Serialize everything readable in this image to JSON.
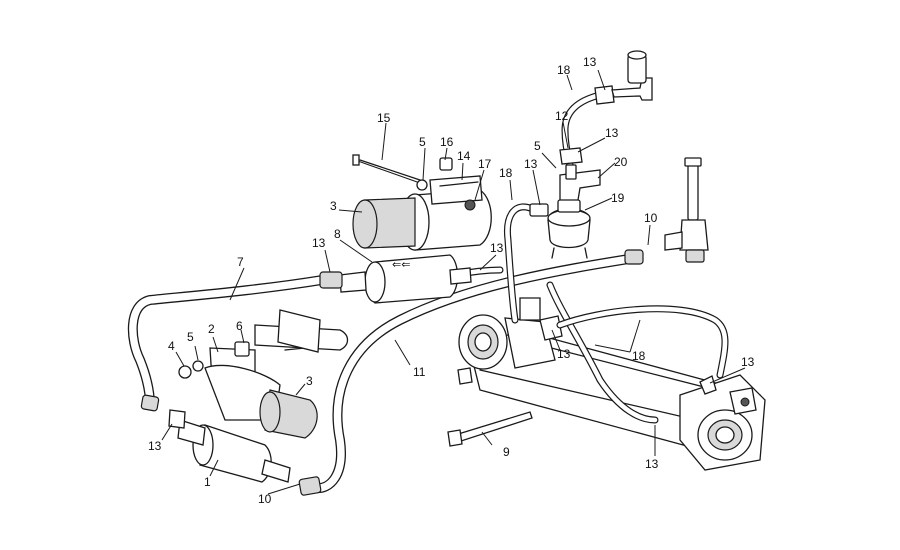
{
  "diagram": {
    "callouts": [
      {
        "id": "c1",
        "text": "1"
      },
      {
        "id": "c2",
        "text": "2"
      },
      {
        "id": "c3a",
        "text": "3"
      },
      {
        "id": "c3b",
        "text": "3"
      },
      {
        "id": "c4",
        "text": "4"
      },
      {
        "id": "c5a",
        "text": "5"
      },
      {
        "id": "c5b",
        "text": "5"
      },
      {
        "id": "c5c",
        "text": "5"
      },
      {
        "id": "c6",
        "text": "6"
      },
      {
        "id": "c7",
        "text": "7"
      },
      {
        "id": "c8",
        "text": "8"
      },
      {
        "id": "c9",
        "text": "9"
      },
      {
        "id": "c10a",
        "text": "10"
      },
      {
        "id": "c10b",
        "text": "10"
      },
      {
        "id": "c11",
        "text": "11"
      },
      {
        "id": "c12",
        "text": "12"
      },
      {
        "id": "c13a",
        "text": "13"
      },
      {
        "id": "c13b",
        "text": "13"
      },
      {
        "id": "c13c",
        "text": "13"
      },
      {
        "id": "c13d",
        "text": "13"
      },
      {
        "id": "c13e",
        "text": "13"
      },
      {
        "id": "c13f",
        "text": "13"
      },
      {
        "id": "c13g",
        "text": "13"
      },
      {
        "id": "c13h",
        "text": "13"
      },
      {
        "id": "c13i",
        "text": "13"
      },
      {
        "id": "c14",
        "text": "14"
      },
      {
        "id": "c15",
        "text": "15"
      },
      {
        "id": "c16",
        "text": "16"
      },
      {
        "id": "c17",
        "text": "17"
      },
      {
        "id": "c18a",
        "text": "18"
      },
      {
        "id": "c18b",
        "text": "18"
      },
      {
        "id": "c18c",
        "text": "18"
      },
      {
        "id": "c19",
        "text": "19"
      },
      {
        "id": "c20",
        "text": "20"
      }
    ]
  }
}
